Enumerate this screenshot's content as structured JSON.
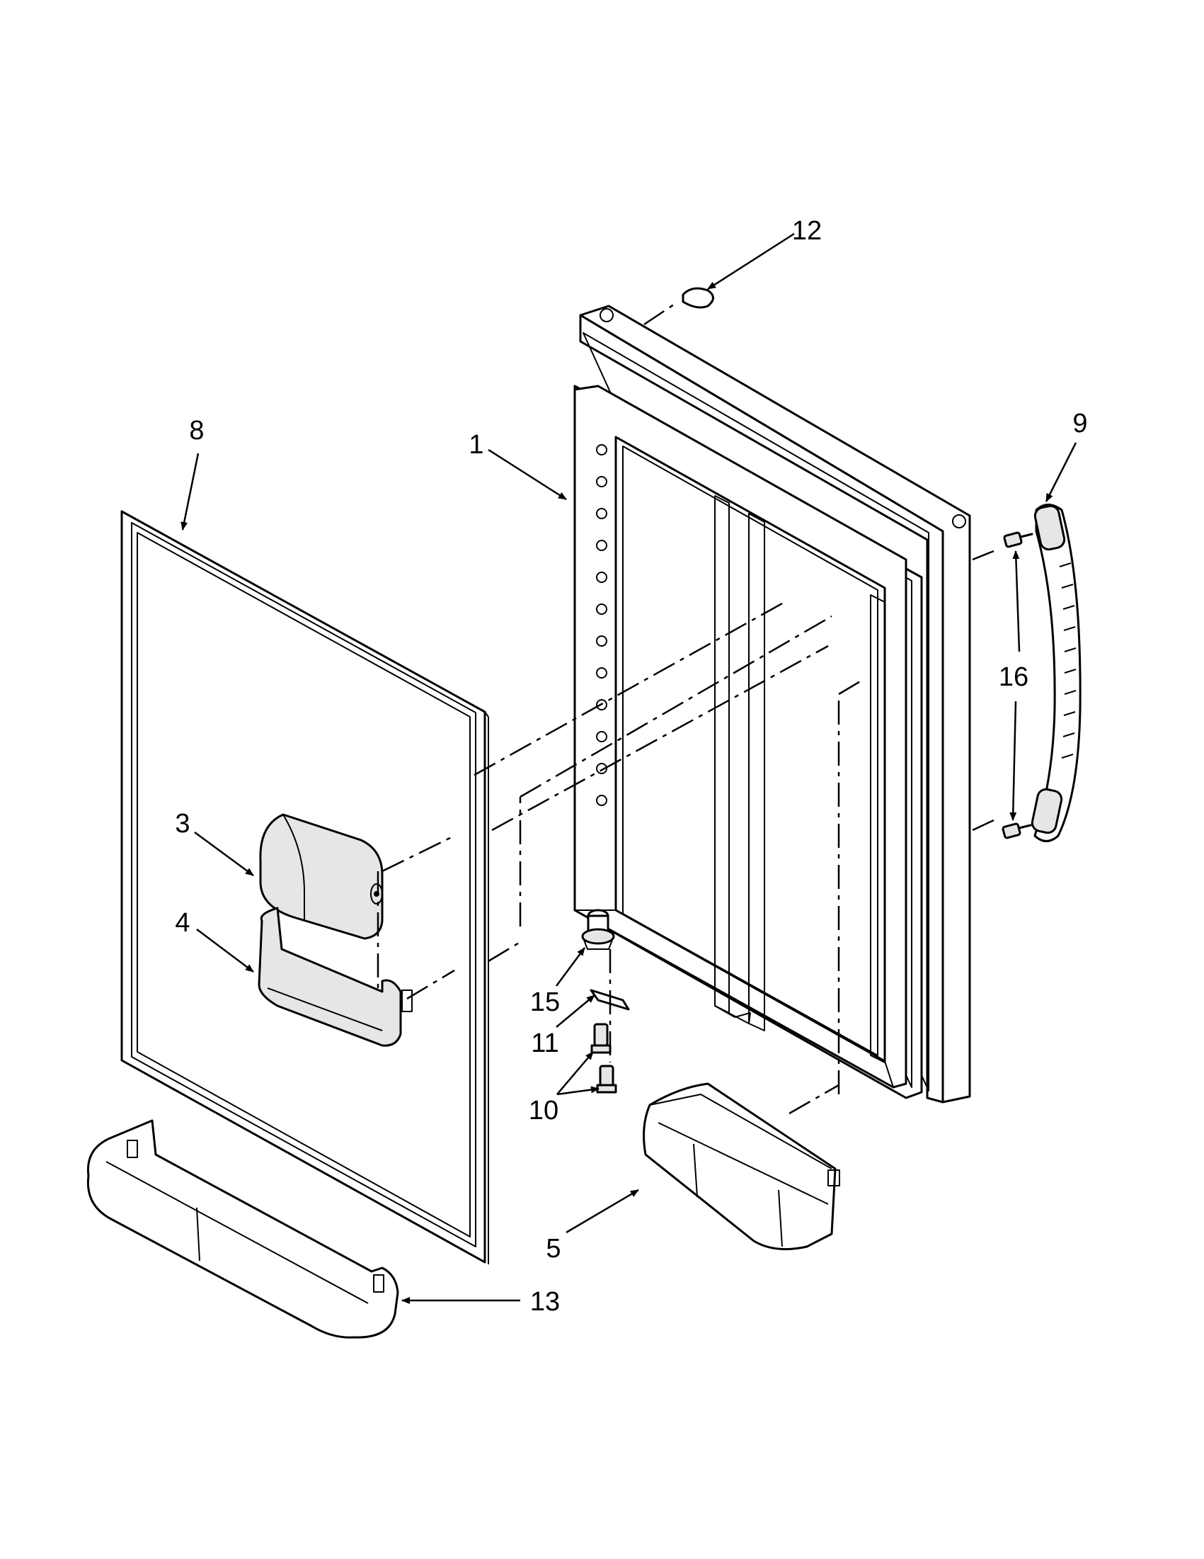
{
  "callouts": {
    "c1": "1",
    "c3": "3",
    "c4": "4",
    "c5": "5",
    "c8": "8",
    "c9": "9",
    "c10": "10",
    "c11": "11",
    "c12": "12",
    "c13": "13",
    "c15": "15",
    "c16": "16"
  }
}
